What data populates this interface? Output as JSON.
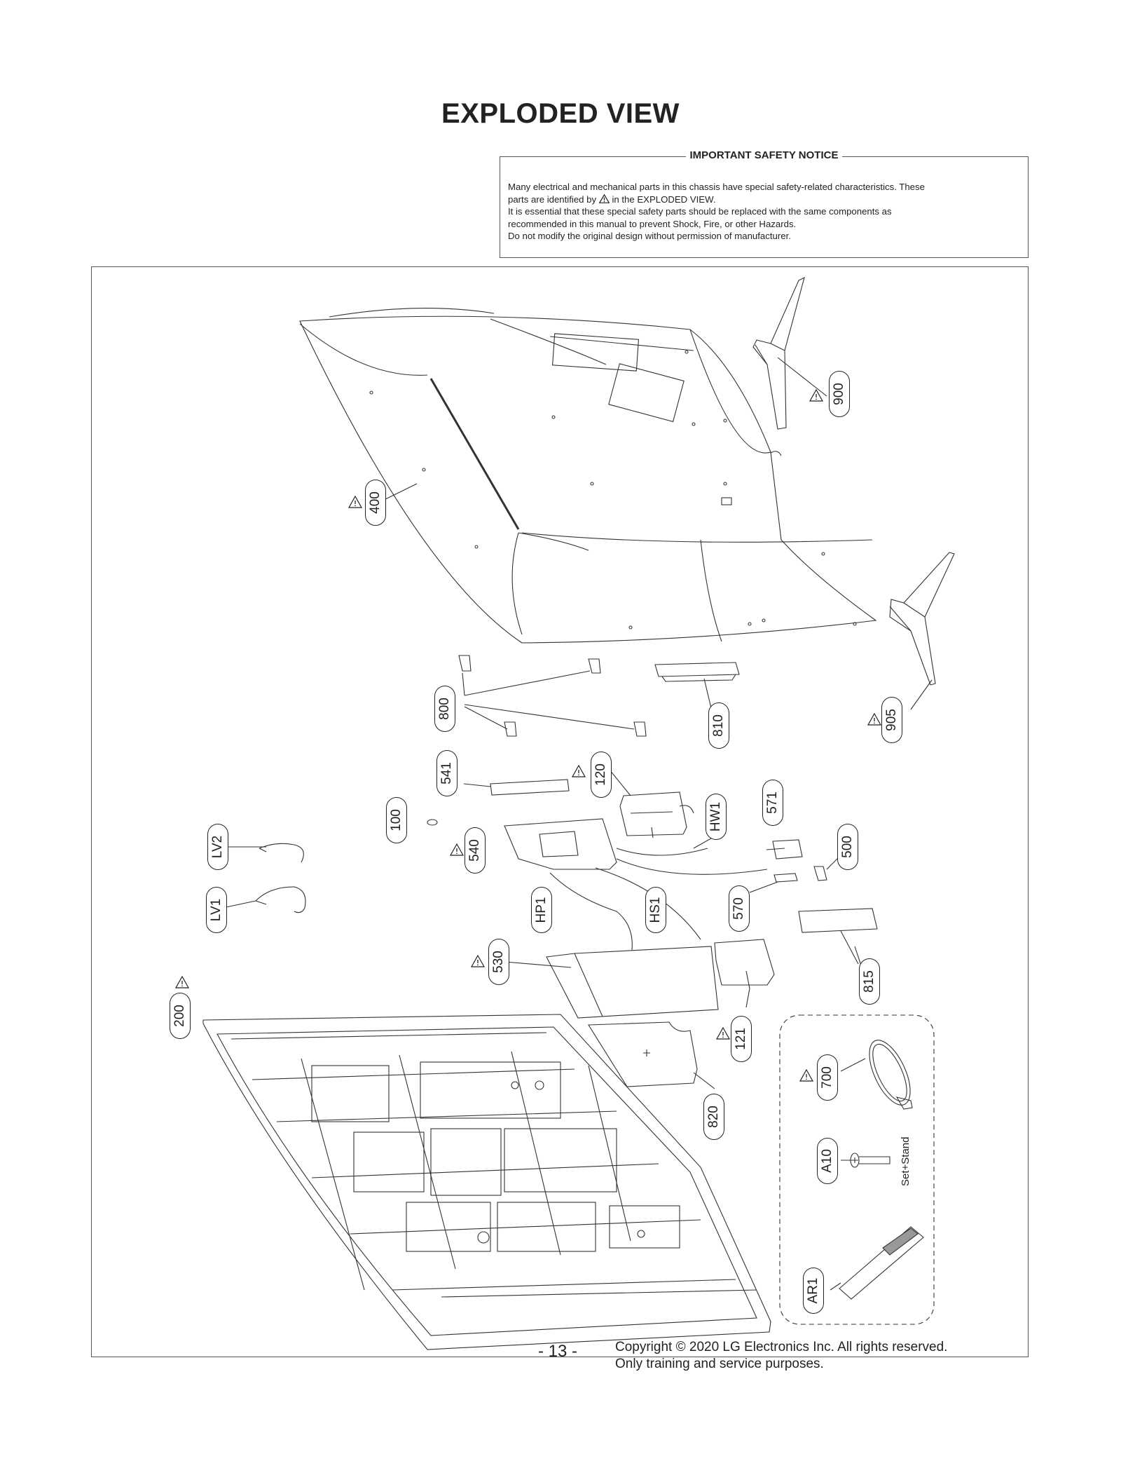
{
  "title": "EXPLODED VIEW",
  "notice": {
    "heading": "IMPORTANT SAFETY NOTICE",
    "line1": "Many electrical and mechanical parts in this chassis have special safety-related characteristics. These",
    "line2a": "parts are identified by",
    "line2b": "in the EXPLODED VIEW.",
    "line3": "It is essential that these special safety parts should be replaced with the same components as",
    "line4": "recommended in this manual to prevent Shock, Fire, or other Hazards.",
    "line5": "Do not modify the original design without permission of manufacturer."
  },
  "callouts": {
    "p400": "400",
    "p900": "900",
    "p905": "905",
    "p800": "800",
    "p810": "810",
    "p541": "541",
    "p120": "120",
    "p100": "100",
    "p540": "540",
    "p571": "571",
    "pHW1": "HW1",
    "p500": "500",
    "pLV2": "LV2",
    "pLV1": "LV1",
    "pHP1": "HP1",
    "pHS1": "HS1",
    "p570": "570",
    "p815": "815",
    "p530": "530",
    "p200": "200",
    "p121": "121",
    "p820": "820",
    "p700": "700",
    "pA10": "A10",
    "pAR1": "AR1"
  },
  "set_stand": "Set+Stand",
  "footer": {
    "page_number": "- 13 -",
    "copyright_line1": "Copyright © 2020 LG Electronics Inc. All rights reserved.",
    "copyright_line2": "Only training and service purposes."
  }
}
